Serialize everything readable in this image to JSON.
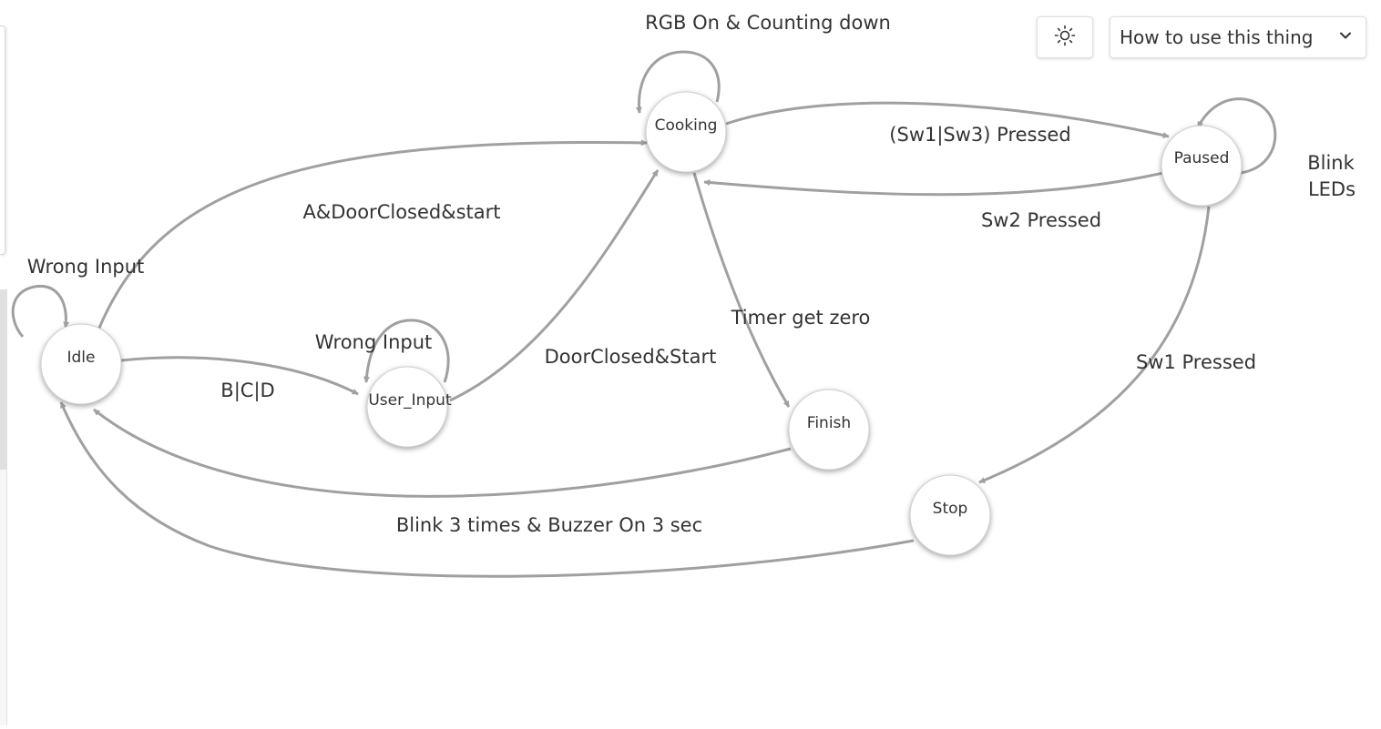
{
  "toolbar": {
    "theme_icon": "sun-icon",
    "help_select": {
      "selected": "How to use this thing",
      "icon": "chevron-down-icon"
    }
  },
  "colors": {
    "edge": "#a0a0a0",
    "node_fill": "#ffffff",
    "text": "#333333"
  },
  "diagram": {
    "states": {
      "idle": "Idle",
      "user_input": "User_Input",
      "cooking": "Cooking",
      "paused": "Paused",
      "finish": "Finish",
      "stop": "Stop"
    },
    "transitions": {
      "idle_self": "Wrong Input",
      "idle_to_cooking": "A&DoorClosed&start",
      "idle_to_user_input": "B|C|D",
      "user_input_self": "Wrong Input",
      "user_input_to_cooking": "DoorClosed&Start",
      "cooking_self": "RGB On & Counting down",
      "cooking_to_paused": "(Sw1|Sw3) Pressed",
      "paused_to_cooking": "Sw2 Pressed",
      "paused_self_line1": "Blink",
      "paused_self_line2": "LEDs",
      "cooking_to_finish": "Timer get zero",
      "paused_to_stop": "Sw1 Pressed",
      "finish_stop_to_idle": "Blink 3 times & Buzzer On 3 sec"
    }
  }
}
